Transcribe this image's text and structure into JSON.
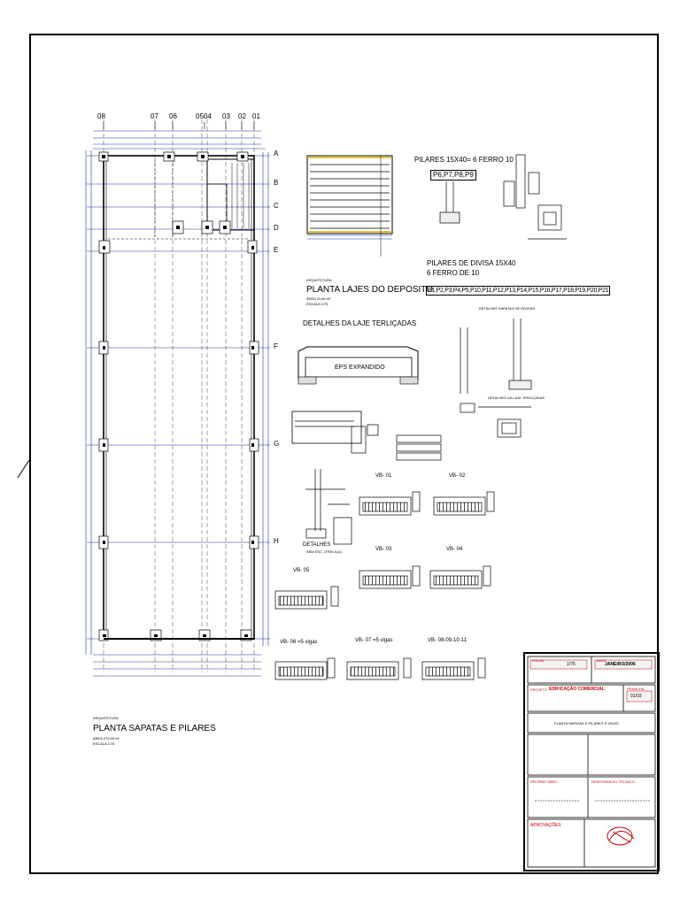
{
  "axes_top": [
    "08",
    "07",
    "06",
    "0504",
    "03",
    "02",
    "01"
  ],
  "axes_right": [
    "A",
    "B",
    "C",
    "D",
    "E",
    "F",
    "G",
    "H"
  ],
  "titles": {
    "foundation_category": "ARQUITETURA",
    "foundation_title": "PLANTA  SAPATAS E PILARES",
    "foundation_area": "ÁREA 275,00 m²",
    "foundation_scale": "ESCALA 1/75",
    "slab_category": "ARQUITETURA",
    "slab_title": "PLANTA  LAJES DO DEPOSITO",
    "slab_area": "ÁREA 31,60 m²",
    "slab_scale": "ESCALA 1/75",
    "slab_details": "DETALHES  DA LAJE TERLIÇADAS",
    "eps": "EPS EXPANDIDO",
    "details": "DETALHES",
    "details_sub": "SEM ESC. (TRELIÇA)"
  },
  "pillars": {
    "title1": "PILARES 15X40= 6 FERRO 10",
    "box1": "P6,P7,P8,P9",
    "title2_line1": "PILARES DE DIVISA 15X40",
    "title2_line2": "6 FERRO DE 10",
    "box2": "P1,P2,P3,P4,P5,P10,P11,P12,P13,P14,P15,P16,P17,P18,P19,P20,P21",
    "detail_divisas": "DETALHES SAPATAS DE DIVISAS",
    "detail_laje": "DETALHES DA LAJE TERLIÇADAS"
  },
  "beams": [
    {
      "label": "VB- 01"
    },
    {
      "label": "VB- 02"
    },
    {
      "label": "VB- 03"
    },
    {
      "label": "VB- 04"
    },
    {
      "label": "VB- 05"
    },
    {
      "label": "VB- 06 =5 vigas"
    },
    {
      "label": "VB- 07 =5 vigas"
    },
    {
      "label": "VB- 08-09-10-11"
    }
  ],
  "title_block": {
    "sheet_label": "FOLHA",
    "sheet_scale": "1/75",
    "date_label": "DATA",
    "date": "JANEIRO/2006",
    "project_label": "PROJETO",
    "project": "EDIFICAÇÃO COMERCIAL",
    "plate_label": "PRANCHA",
    "plate": "01/03",
    "content": "PLANTA SAPATAS E PILARES E VIGAS",
    "approvals": "APROVAÇÕES",
    "owner_label": "PROPRIETÁRIO",
    "author_label": "RESPONSÁVEL TÉCNICO"
  },
  "colors": {
    "grid_blue": "#1f2fa8",
    "red": "#c00000",
    "yellow": "#d8b400"
  }
}
